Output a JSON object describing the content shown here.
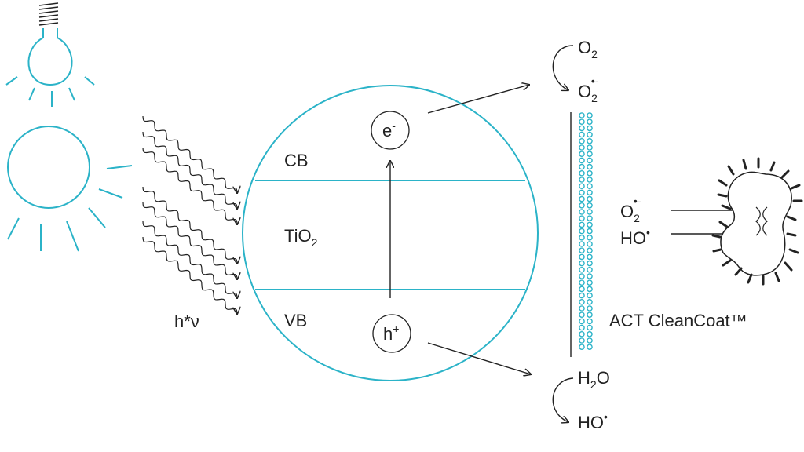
{
  "colors": {
    "accent": "#2bb3c8",
    "ink": "#222222"
  },
  "icons": [
    "light-bulb-icon",
    "sun-icon",
    "wavy-light-arrows-icon",
    "bacterium-icon",
    "dna-icon"
  ],
  "light": {
    "label": "h*ν"
  },
  "band": {
    "cb": "CB",
    "material": "TiO",
    "material_sub": "2",
    "vb": "VB",
    "electron": "e",
    "electron_sup": "-",
    "hole": "h",
    "hole_sup": "+"
  },
  "reactions": {
    "oxygen": "O",
    "oxygen_sub": "2",
    "superoxide": "O",
    "superoxide_sub": "2",
    "superoxide_sup": "•-",
    "water_h": "H",
    "water_sub": "2",
    "water_o": "O",
    "hydroxyl": "HO",
    "hydroxyl_sup": "•"
  },
  "coating": {
    "label": "ACT CleanCoat™"
  },
  "attack": {
    "superoxide": "O",
    "superoxide_sub": "2",
    "superoxide_sup": "•-",
    "hydroxyl": "HO",
    "hydroxyl_sup": "•"
  }
}
